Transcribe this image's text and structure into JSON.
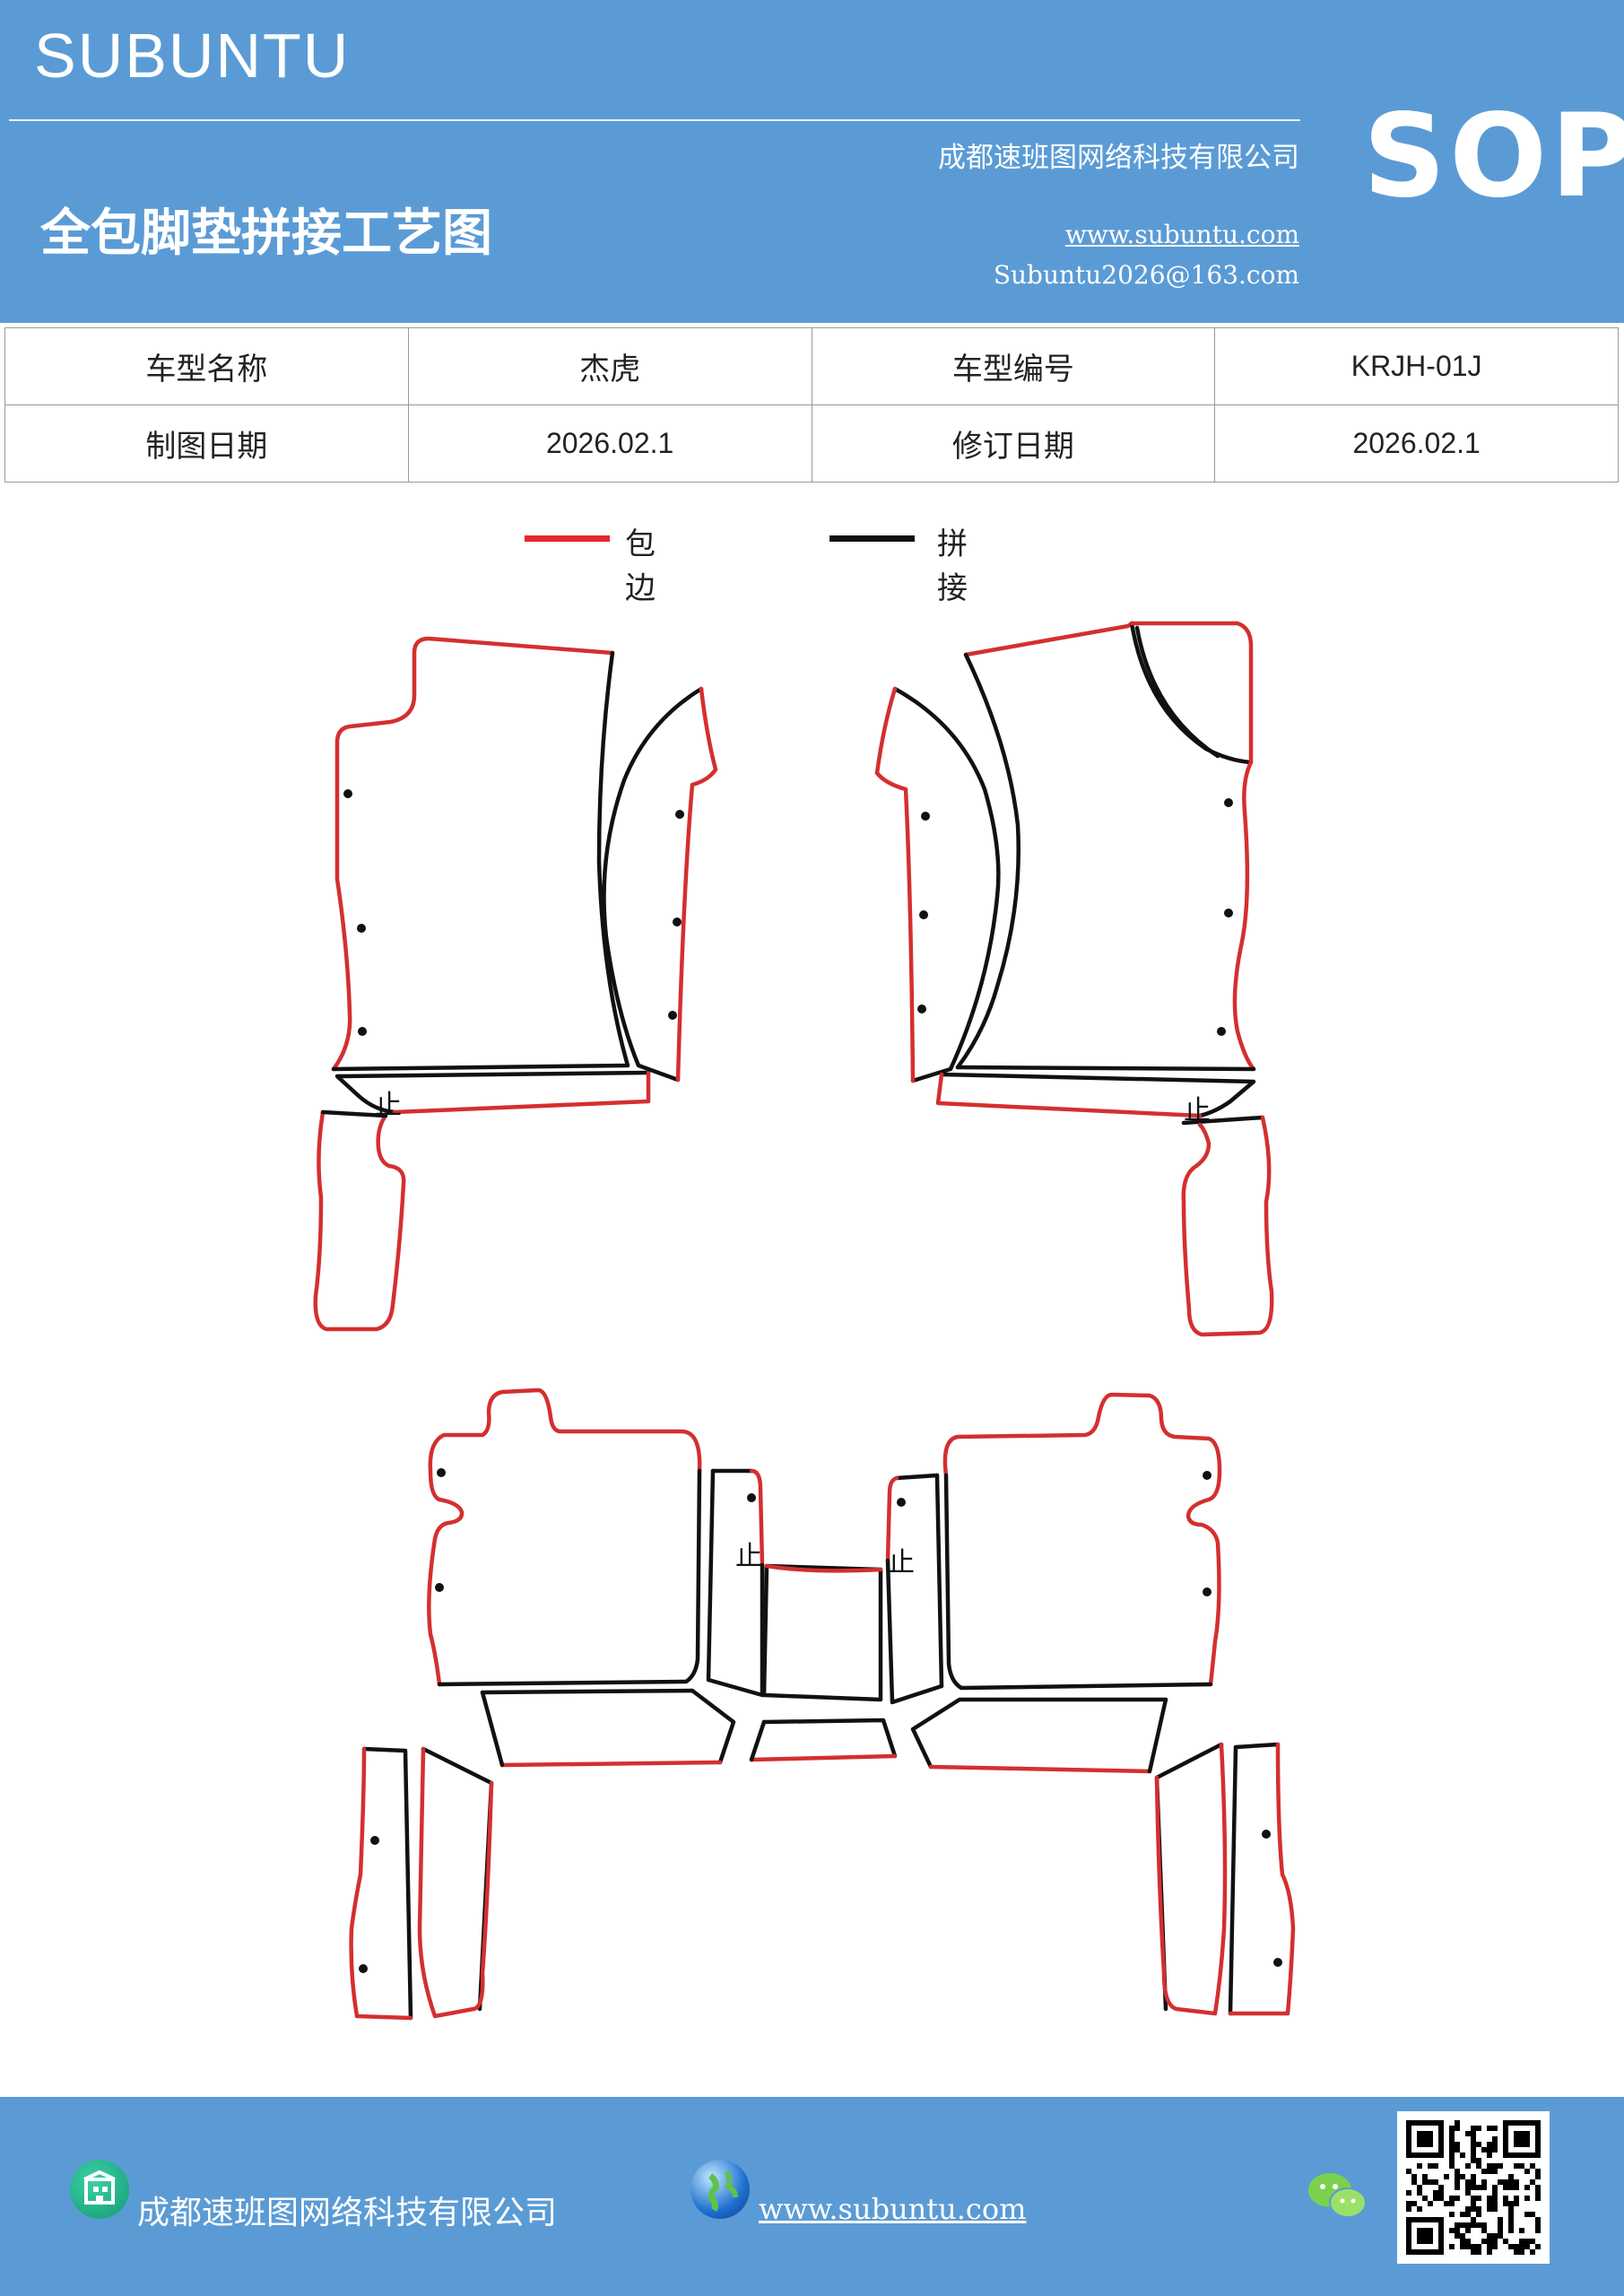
{
  "header": {
    "brand": "SUBUNTU",
    "company": "成都速班图网络科技有限公司",
    "title": "全包脚垫拼接工艺图",
    "website": "www.subuntu.com",
    "email": "Subuntu2026@163.com",
    "badge": "SOP"
  },
  "info_table": {
    "row1": {
      "label1": "车型名称",
      "value1": "杰虎",
      "label2": "车型编号",
      "value2": "KRJH-01J"
    },
    "row2": {
      "label1": "制图日期",
      "value1": "2026.02.1",
      "label2": "修订日期",
      "value2": "2026.02.1"
    }
  },
  "legend": {
    "edge": {
      "label": "包边",
      "color": "#e8262b"
    },
    "seam": {
      "label": "拼接",
      "color": "#111111"
    }
  },
  "drawing": {
    "stop_mark": "止",
    "edge_color": "#d42f2f",
    "seam_color": "#111111"
  },
  "footer": {
    "company": "成都速班图网络科技有限公司",
    "website": "www.subuntu.com",
    "icons": [
      "building-icon",
      "globe-icon",
      "wechat-icon",
      "qr-code"
    ]
  }
}
